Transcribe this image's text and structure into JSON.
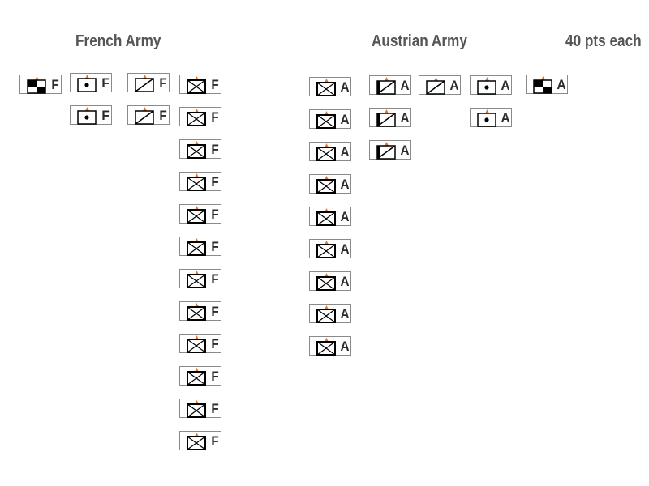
{
  "headings": {
    "french": "French Army",
    "austrian": "Austrian Army",
    "points": "40 pts each"
  },
  "colors": {
    "arrow": "#e8732a",
    "heading": "#555555",
    "symbol": "#000000",
    "counter_border": "#8a8a8a"
  },
  "armies": {
    "french": {
      "nation_letter": "F",
      "counters": [
        {
          "type": "headquarters"
        },
        {
          "type": "artillery"
        },
        {
          "type": "artillery"
        },
        {
          "type": "cavalry"
        },
        {
          "type": "cavalry"
        },
        {
          "type": "infantry"
        },
        {
          "type": "infantry"
        },
        {
          "type": "infantry"
        },
        {
          "type": "infantry"
        },
        {
          "type": "infantry"
        },
        {
          "type": "infantry"
        },
        {
          "type": "infantry"
        },
        {
          "type": "infantry"
        },
        {
          "type": "infantry"
        },
        {
          "type": "infantry"
        },
        {
          "type": "infantry"
        },
        {
          "type": "infantry"
        }
      ]
    },
    "austrian": {
      "nation_letter": "A",
      "counters": [
        {
          "type": "infantry"
        },
        {
          "type": "infantry"
        },
        {
          "type": "infantry"
        },
        {
          "type": "infantry"
        },
        {
          "type": "infantry"
        },
        {
          "type": "infantry"
        },
        {
          "type": "infantry"
        },
        {
          "type": "infantry"
        },
        {
          "type": "infantry"
        },
        {
          "type": "light-cavalry"
        },
        {
          "type": "light-cavalry"
        },
        {
          "type": "light-cavalry"
        },
        {
          "type": "cavalry"
        },
        {
          "type": "artillery"
        },
        {
          "type": "artillery"
        },
        {
          "type": "headquarters"
        }
      ]
    }
  }
}
